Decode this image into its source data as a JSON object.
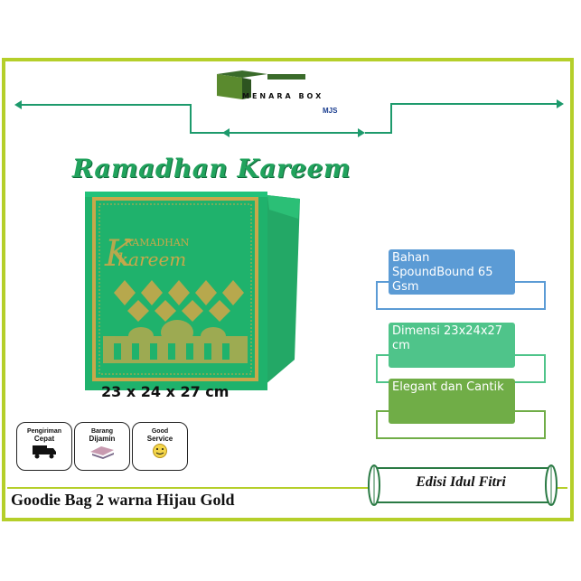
{
  "brand": {
    "name": "MENARA BOX",
    "sub": "MJS",
    "color": "#3a6b2a"
  },
  "header": {
    "title": "Ramadhan Kareem"
  },
  "bag": {
    "print_line1": "RAMADHAN",
    "print_line2": "kareem",
    "color": "#1fb26c",
    "trim_color": "#c8a84a"
  },
  "dimensions_caption": "23 x 24 x 27 cm",
  "specs": [
    {
      "text": "Bahan SpoundBound 65 Gsm",
      "color": "#5b9bd5"
    },
    {
      "text": "Dimensi 23x24x27 cm",
      "color": "#4fc48a"
    },
    {
      "text": "Elegant dan Cantik",
      "color": "#70ad47"
    }
  ],
  "badges": [
    {
      "line1": "Pengiriman",
      "line2": "Cepat",
      "icon": "truck-icon"
    },
    {
      "line1": "Barang",
      "line2": "Dijamin",
      "icon": "package-icon"
    },
    {
      "line1": "Good",
      "line2": "Service",
      "icon": "smiley-icon"
    }
  ],
  "product_name": "Goodie Bag 2 warna Hijau Gold",
  "edition_label": "Edisi Idul Fitri",
  "colors": {
    "frame": "#b5cf2a",
    "line": "#1d9a6c"
  }
}
